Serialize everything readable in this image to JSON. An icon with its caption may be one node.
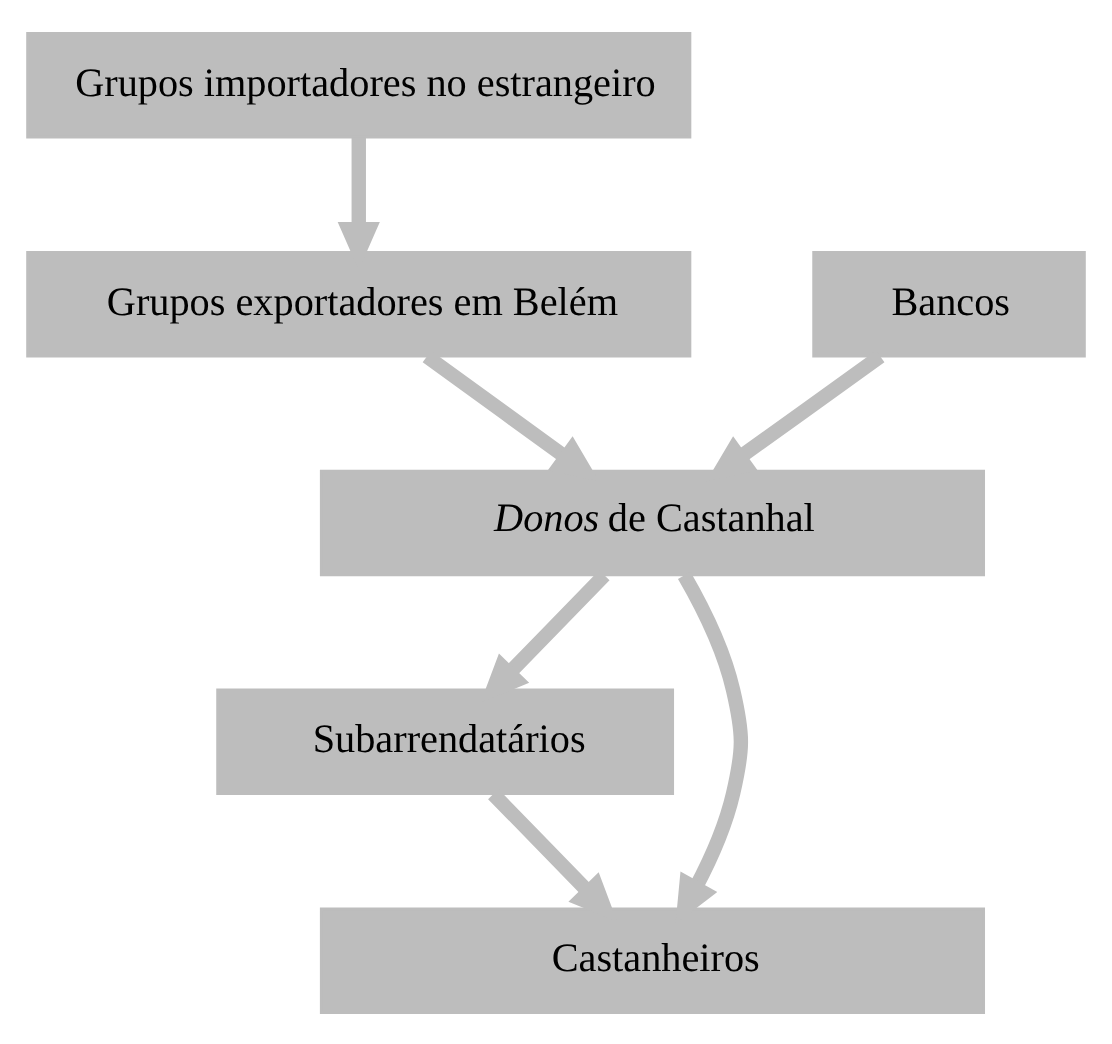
{
  "diagram": {
    "nodes": [
      {
        "text": [
          "Grupos importadores no estrangeiro"
        ]
      },
      {
        "text": [
          "Grupos exportadores em Belém"
        ]
      },
      {
        "text": [
          "Bancos"
        ]
      },
      {
        "text": [
          "*Donos* de Castanhal"
        ]
      },
      {
        "text": [
          "Subarrendatários"
        ]
      },
      {
        "text": [
          "Castanheiros"
        ]
      }
    ],
    "edges": [
      {
        "from": 0,
        "to": 1,
        "arrow": "to"
      },
      {
        "from": 1,
        "to": 3,
        "arrow": "to"
      },
      {
        "from": 2,
        "to": 3,
        "arrow": "to"
      },
      {
        "from": 3,
        "to": 4,
        "arrow": "to"
      },
      {
        "from": 3,
        "to": 5,
        "arrow": "to"
      },
      {
        "from": 4,
        "to": 5,
        "arrow": "to"
      }
    ]
  }
}
